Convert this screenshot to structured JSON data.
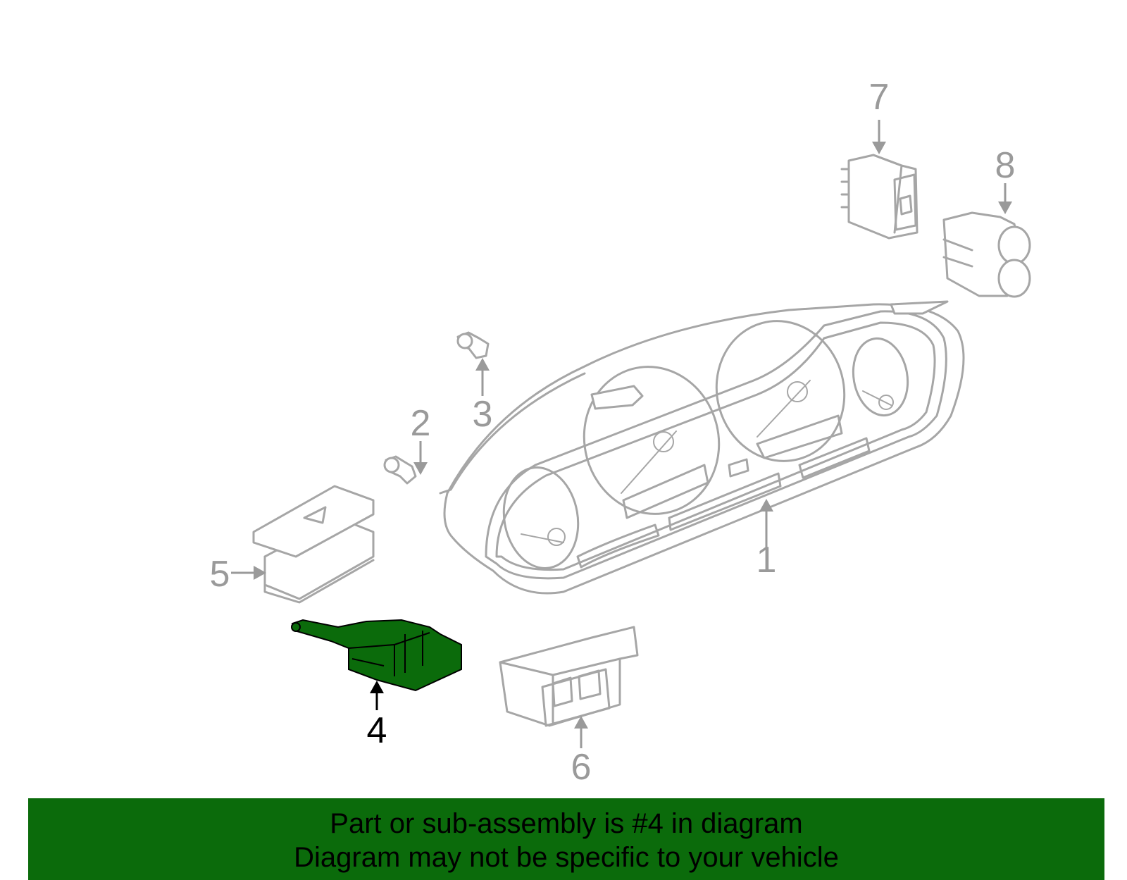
{
  "highlight_color": "#0b6b0b",
  "highlighted_part": "4",
  "callouts": [
    {
      "id": "1",
      "label": "1"
    },
    {
      "id": "2",
      "label": "2"
    },
    {
      "id": "3",
      "label": "3"
    },
    {
      "id": "4",
      "label": "4"
    },
    {
      "id": "5",
      "label": "5"
    },
    {
      "id": "6",
      "label": "6"
    },
    {
      "id": "7",
      "label": "7"
    },
    {
      "id": "8",
      "label": "8"
    }
  ],
  "footer": {
    "line1": "Part or sub-assembly is #4 in diagram",
    "line2": "Diagram may not be specific to your vehicle"
  }
}
